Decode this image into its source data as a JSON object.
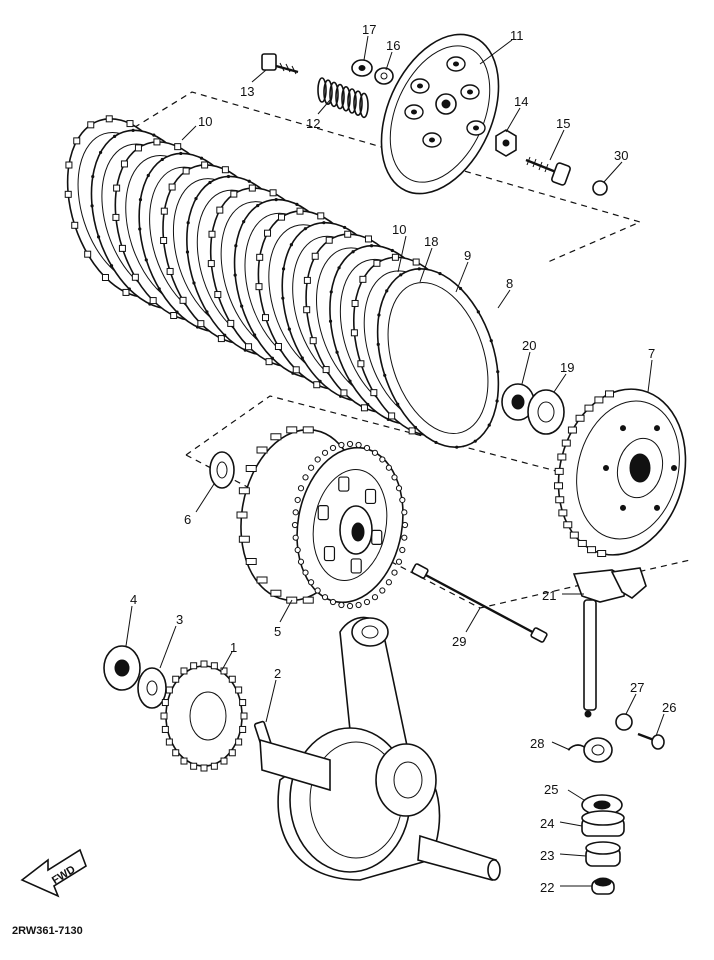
{
  "diagram_code": "2RW361-7130",
  "forward_label": "FWD",
  "colors": {
    "ink": "#111111",
    "paper": "#ffffff"
  },
  "labels": {
    "p1": "1",
    "p2": "2",
    "p3": "3",
    "p4": "4",
    "p5": "5",
    "p6": "6",
    "p7": "7",
    "p8": "8",
    "p9": "9",
    "p10a": "10",
    "p10b": "10",
    "p11": "11",
    "p12": "12",
    "p13": "13",
    "p14": "14",
    "p15": "15",
    "p16": "16",
    "p17": "17",
    "p18": "18",
    "p19": "19",
    "p20": "20",
    "p21": "21",
    "p22": "22",
    "p23": "23",
    "p24": "24",
    "p25": "25",
    "p26": "26",
    "p27": "27",
    "p28": "28",
    "p29": "29",
    "p30": "30"
  }
}
